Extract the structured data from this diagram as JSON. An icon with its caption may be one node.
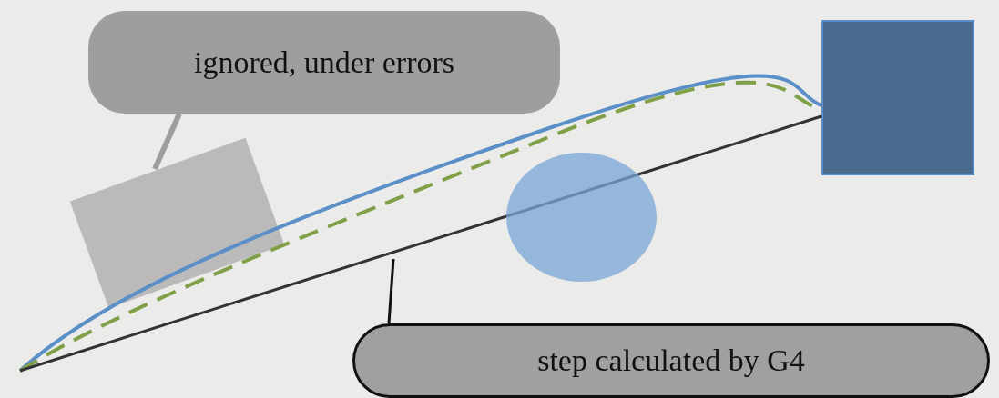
{
  "diagram": {
    "nodes": [
      {
        "text": [
          "ignored, under errors"
        ]
      },
      {
        "text": [],
        "shape": "box"
      },
      {
        "text": [],
        "shape": "circle"
      },
      {
        "text": [],
        "shape": "box"
      },
      {
        "text": [
          "step calculated by G4"
        ]
      }
    ],
    "edges": [
      {
        "from": null,
        "to": 3,
        "arrow": "none",
        "color": "#5b8fc7"
      },
      {
        "from": null,
        "to": 3,
        "arrow": "none",
        "style": "dashed",
        "color": "#7fa046"
      },
      {
        "from": null,
        "to": 3,
        "arrow": "none",
        "color": "#333333"
      },
      {
        "from": 0,
        "to": 1,
        "arrow": "none",
        "color": "#9e9e9e"
      },
      {
        "from": 4,
        "to": null,
        "arrow": "none",
        "color": "#111111"
      }
    ]
  }
}
